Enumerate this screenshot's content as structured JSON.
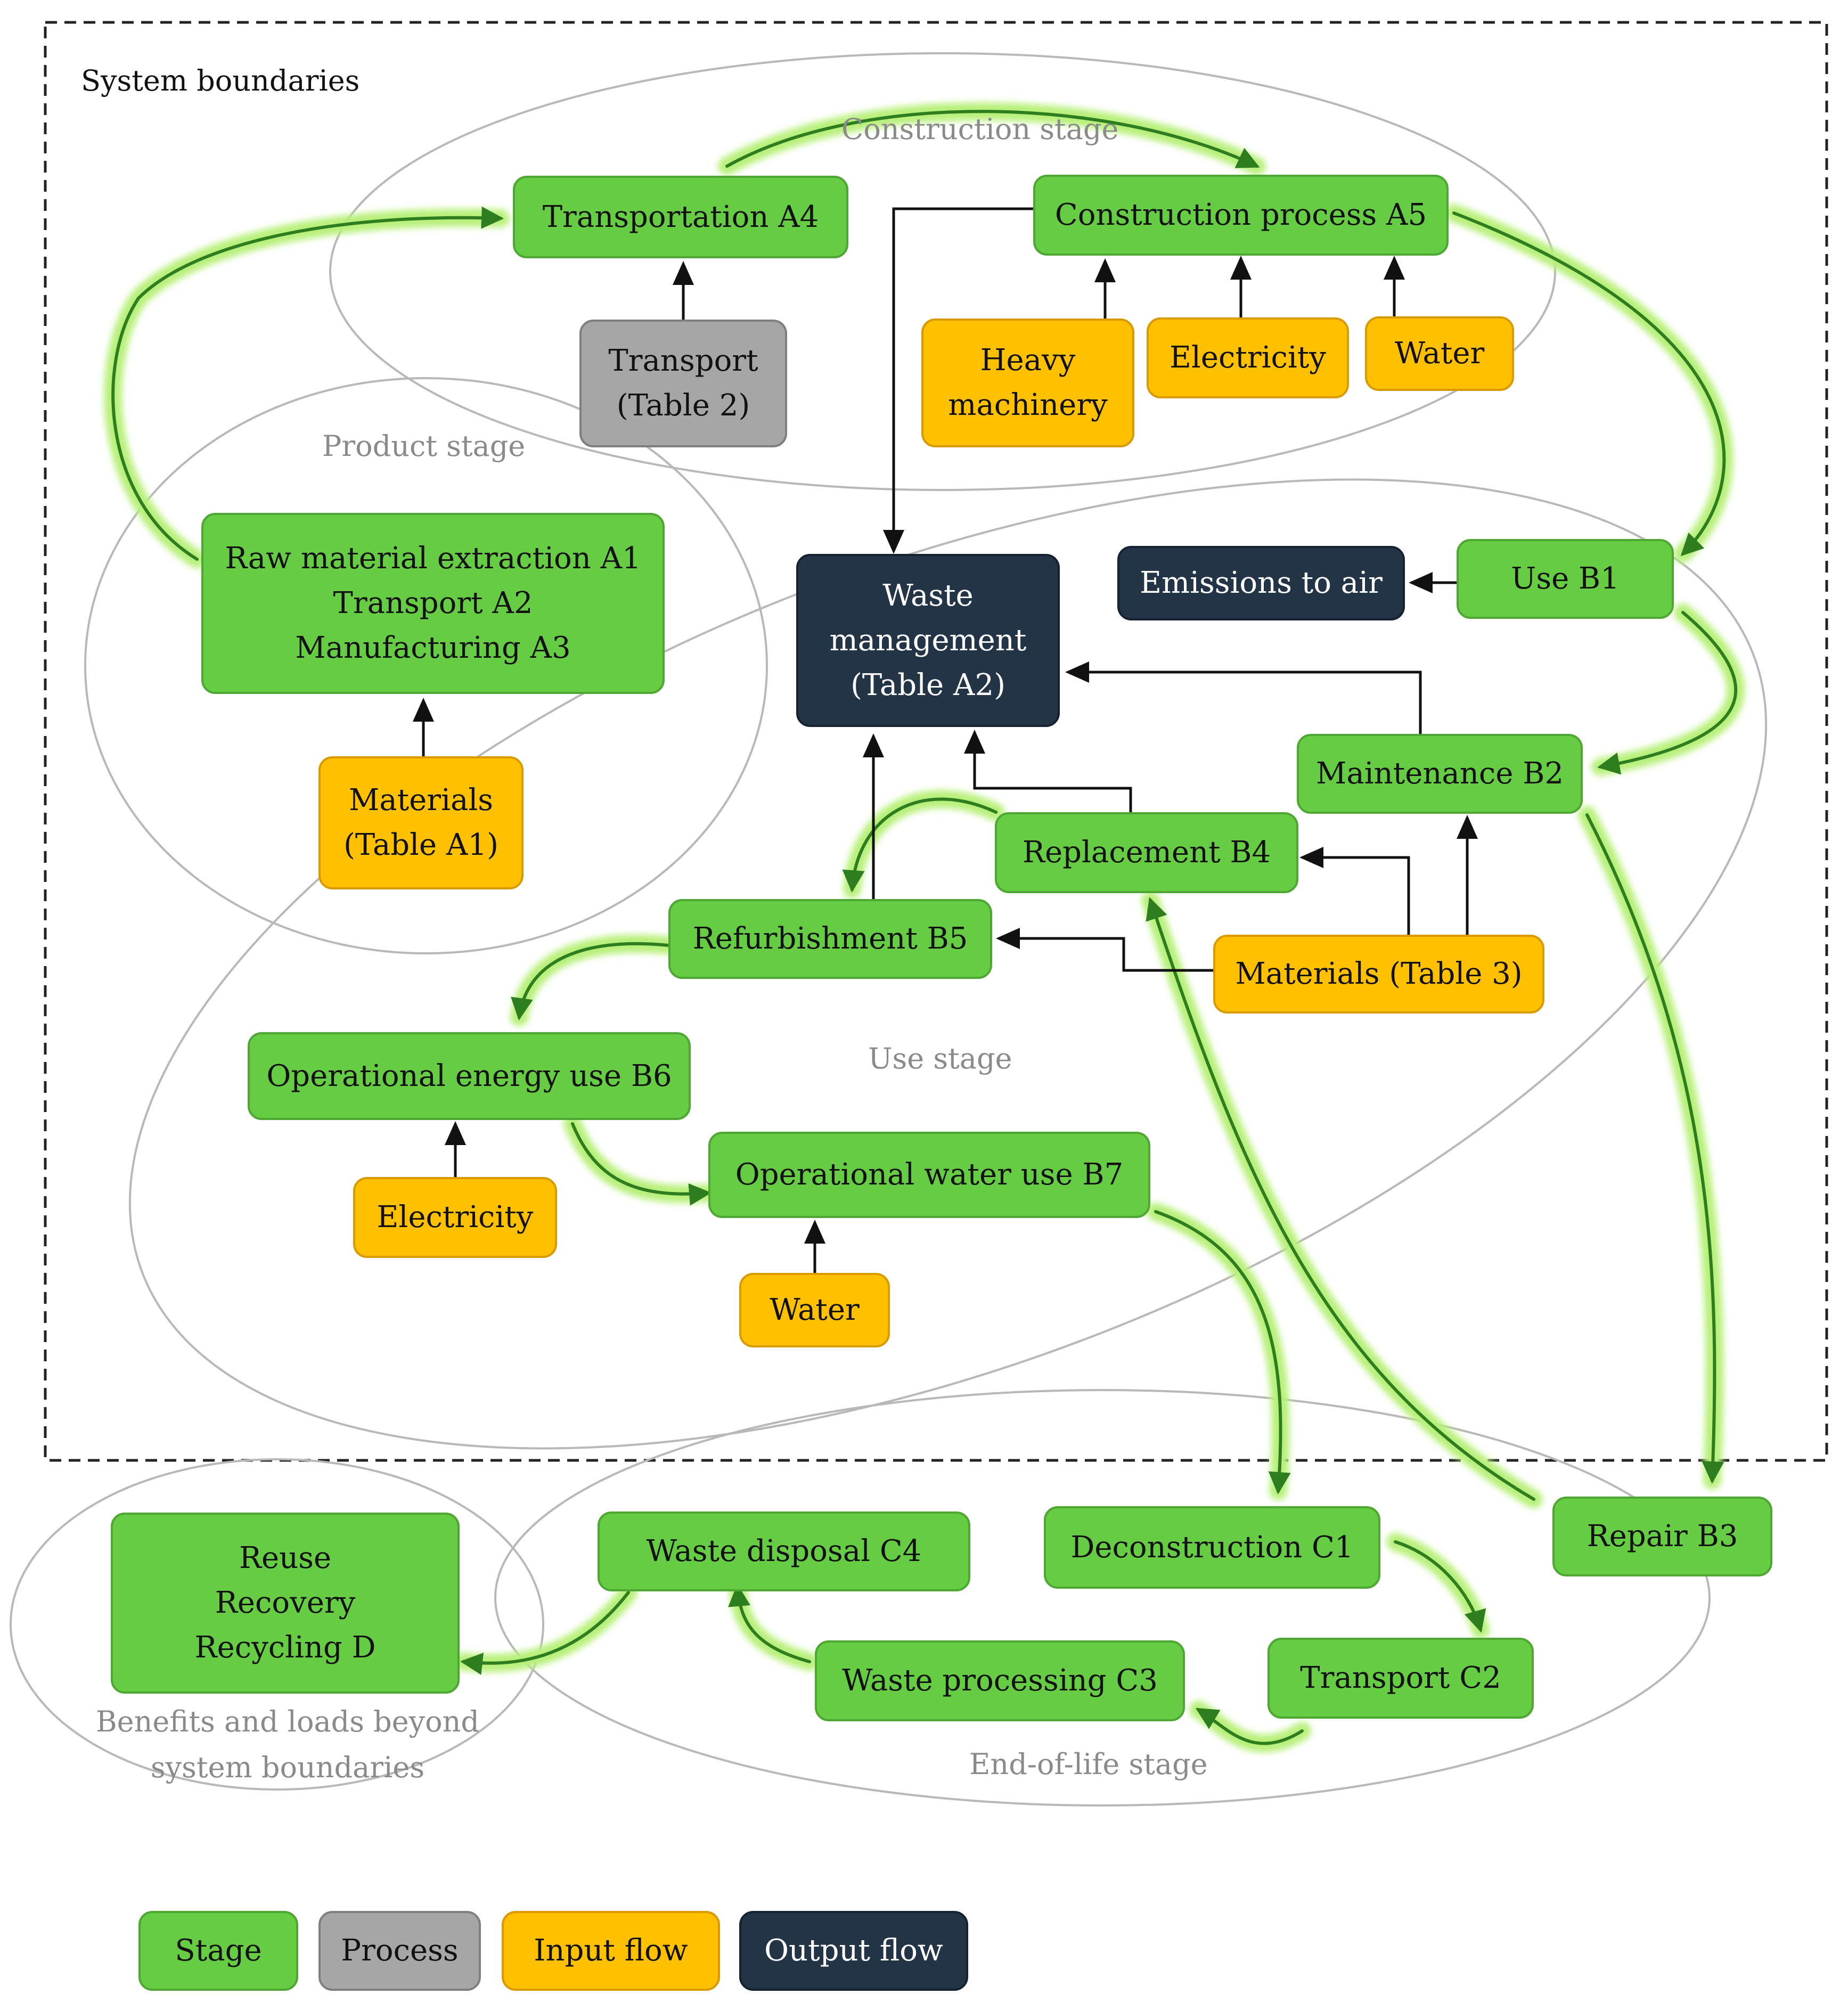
{
  "system_boundaries": "System boundaries",
  "groups": {
    "construction": "Construction stage",
    "product": "Product stage",
    "use": "Use stage",
    "end_of_life": "End-of-life stage",
    "beyond": [
      "Benefits and loads beyond",
      "system boundaries"
    ]
  },
  "nodes": {
    "transportation_a4": "Transportation A4",
    "construction_a5": "Construction process A5",
    "transport_table2": [
      "Transport",
      "(Table 2)"
    ],
    "heavy_machinery": [
      "Heavy",
      "machinery"
    ],
    "electricity_a5": "Electricity",
    "water_a5": "Water",
    "raw_material": [
      "Raw material extraction A1",
      "Transport A2",
      "Manufacturing A3"
    ],
    "materials_a1": [
      "Materials",
      "(Table A1)"
    ],
    "waste_management": [
      "Waste",
      "management",
      "(Table A2)"
    ],
    "emissions": "Emissions to air",
    "use_b1": "Use B1",
    "maintenance_b2": "Maintenance B2",
    "replacement_b4": "Replacement B4",
    "refurbishment_b5": "Refurbishment B5",
    "materials_table3": "Materials (Table 3)",
    "operational_energy_b6": "Operational energy use B6",
    "electricity_b6": "Electricity",
    "operational_water_b7": "Operational water use B7",
    "water_b7": "Water",
    "reuse_d": [
      "Reuse",
      "Recovery",
      "Recycling D"
    ],
    "waste_disposal_c4": "Waste disposal C4",
    "deconstruction_c1": "Deconstruction C1",
    "repair_b3": "Repair B3",
    "waste_processing_c3": "Waste processing C3",
    "transport_c2": "Transport C2"
  },
  "legend": {
    "stage": "Stage",
    "process": "Process",
    "input": "Input flow",
    "output": "Output flow"
  },
  "colors": {
    "stage": "#66cc44",
    "process": "#a6a6a6",
    "input": "#ffc000",
    "output": "#243447",
    "stage_flow": "#2e7d1e",
    "flow_glow": "#b8f07a"
  }
}
